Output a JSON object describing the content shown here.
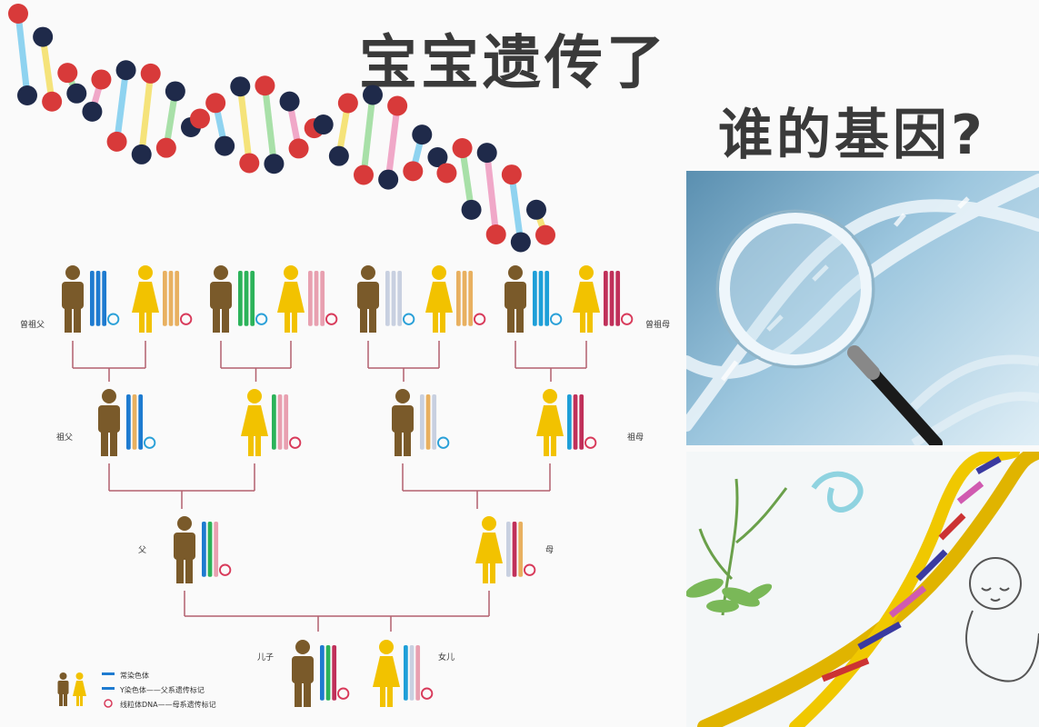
{
  "title_line1": "宝宝遗传了",
  "title_line2": "谁的基因?",
  "labels": {
    "great_grandparents_left": "曾祖父",
    "great_grandparents_right": "曾祖母",
    "grandfather": "祖父",
    "grandmother": "祖母",
    "father": "父",
    "mother": "母",
    "son": "儿子",
    "daughter": "女儿"
  },
  "legend": {
    "item1": "常染色体",
    "item2": "Y染色体——父系遗传标记",
    "item3": "线粒体DNA——母系遗传标记"
  },
  "colors": {
    "male": "#7a5a2a",
    "female": "#f2c200",
    "line": "#b3606e"
  }
}
